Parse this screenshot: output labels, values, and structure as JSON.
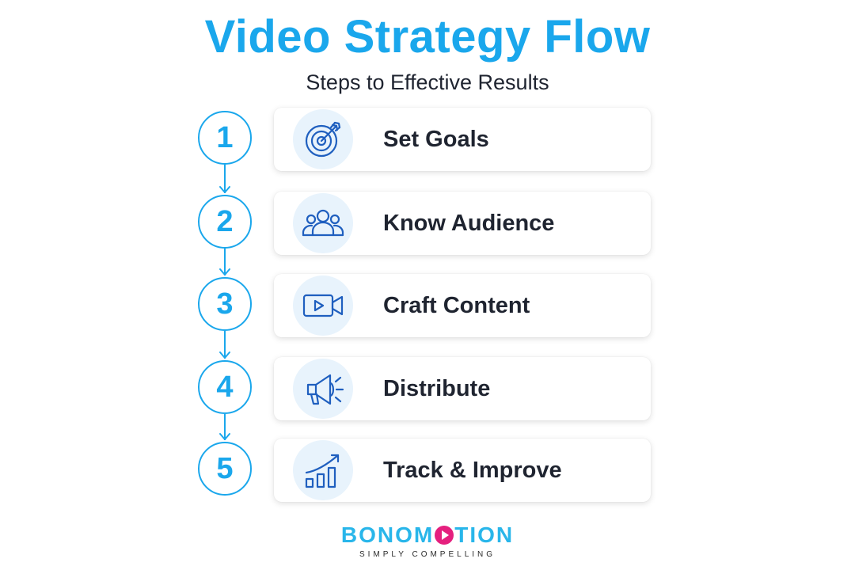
{
  "header": {
    "title": "Video Strategy Flow",
    "subtitle": "Steps to Effective Results"
  },
  "steps": [
    {
      "number": "1",
      "label": "Set Goals",
      "icon": "target-icon"
    },
    {
      "number": "2",
      "label": "Know Audience",
      "icon": "people-icon"
    },
    {
      "number": "3",
      "label": "Craft Content",
      "icon": "video-camera-icon"
    },
    {
      "number": "4",
      "label": "Distribute",
      "icon": "megaphone-icon"
    },
    {
      "number": "5",
      "label": "Track & Improve",
      "icon": "growth-chart-icon"
    }
  ],
  "brand": {
    "name_part1": "BONOM",
    "name_part2": "TION",
    "tagline": "SIMPLY COMPELLING"
  },
  "colors": {
    "accent": "#1aa7ec",
    "icon_stroke": "#1f5fbf",
    "icon_bg": "#e8f3fc",
    "text": "#1f2430",
    "brand_magenta": "#e5207e"
  }
}
